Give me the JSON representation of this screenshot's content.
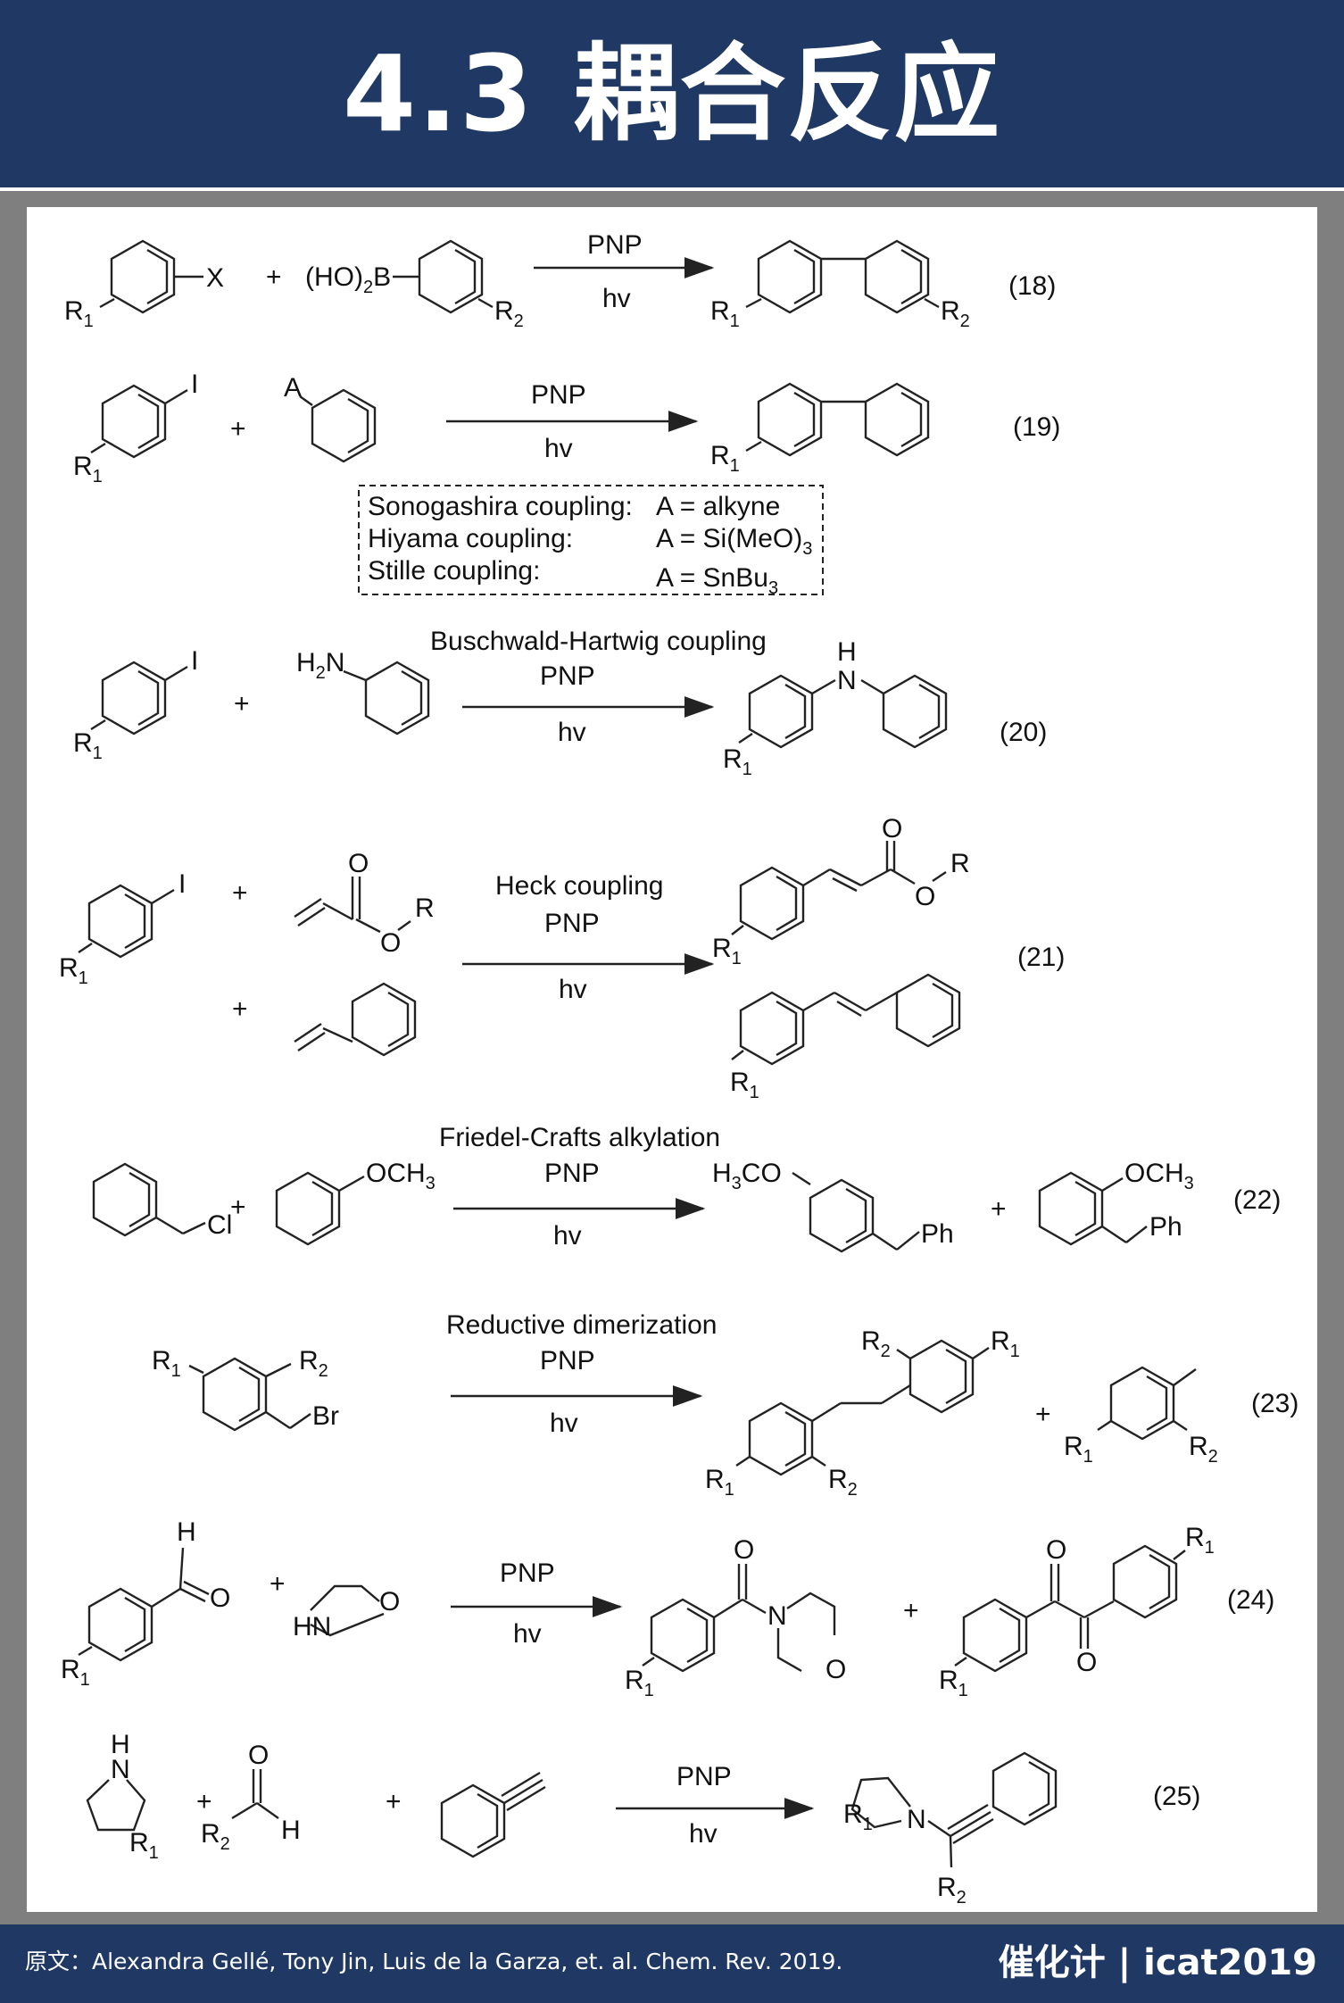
{
  "header": {
    "title": "4.3 耦合反应",
    "bg": "#1f3864"
  },
  "footer": {
    "citation": "原文：Alexandra Gellé, Tony Jin, Luis de la Garza, et. al.  Chem. Rev. 2019.",
    "brand": "催化计 | icat2019"
  },
  "conditions": {
    "catalyst": "PNP",
    "light": "hv"
  },
  "reactions": [
    {
      "number": "(18)",
      "name": ""
    },
    {
      "number": "(19)",
      "name": "",
      "table": [
        {
          "coupling": "Sonogashira coupling:",
          "reagent": "A = alkyne"
        },
        {
          "coupling": "Hiyama coupling:",
          "reagent": "A = Si(MeO)"
        },
        {
          "coupling": "Stille coupling:",
          "reagent": "A = SnBu"
        }
      ]
    },
    {
      "number": "(20)",
      "name": "Buschwald-Hartwig coupling"
    },
    {
      "number": "(21)",
      "name": "Heck coupling"
    },
    {
      "number": "(22)",
      "name": "Friedel-Crafts alkylation"
    },
    {
      "number": "(23)",
      "name": "Reductive dimerization"
    },
    {
      "number": "(24)",
      "name": ""
    },
    {
      "number": "(25)",
      "name": ""
    }
  ]
}
